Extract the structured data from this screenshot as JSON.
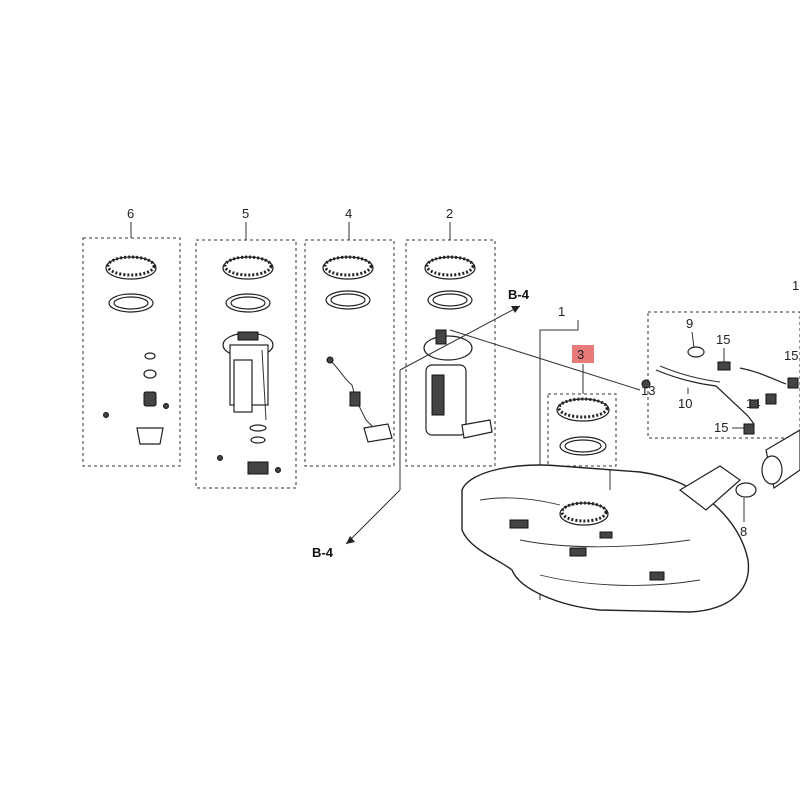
{
  "callouts": {
    "c6": "6",
    "c5": "5",
    "c4": "4",
    "c2": "2",
    "c1": "1",
    "c3": "3",
    "c9": "9",
    "c15a": "15",
    "c15b": "15",
    "c15c": "15",
    "c10": "10",
    "c13": "13",
    "c14": "14",
    "c8": "8",
    "c1edge": "1"
  },
  "references": {
    "b4_top": "B-4",
    "b4_bottom": "B-4"
  },
  "colors": {
    "highlight": "#e87a7a",
    "line": "#222222"
  },
  "icons": {
    "lock_ring": "lock-ring-icon",
    "gasket": "gasket-icon",
    "fuel_pump": "fuel-pump-icon",
    "fuel_tank": "fuel-tank-icon"
  }
}
